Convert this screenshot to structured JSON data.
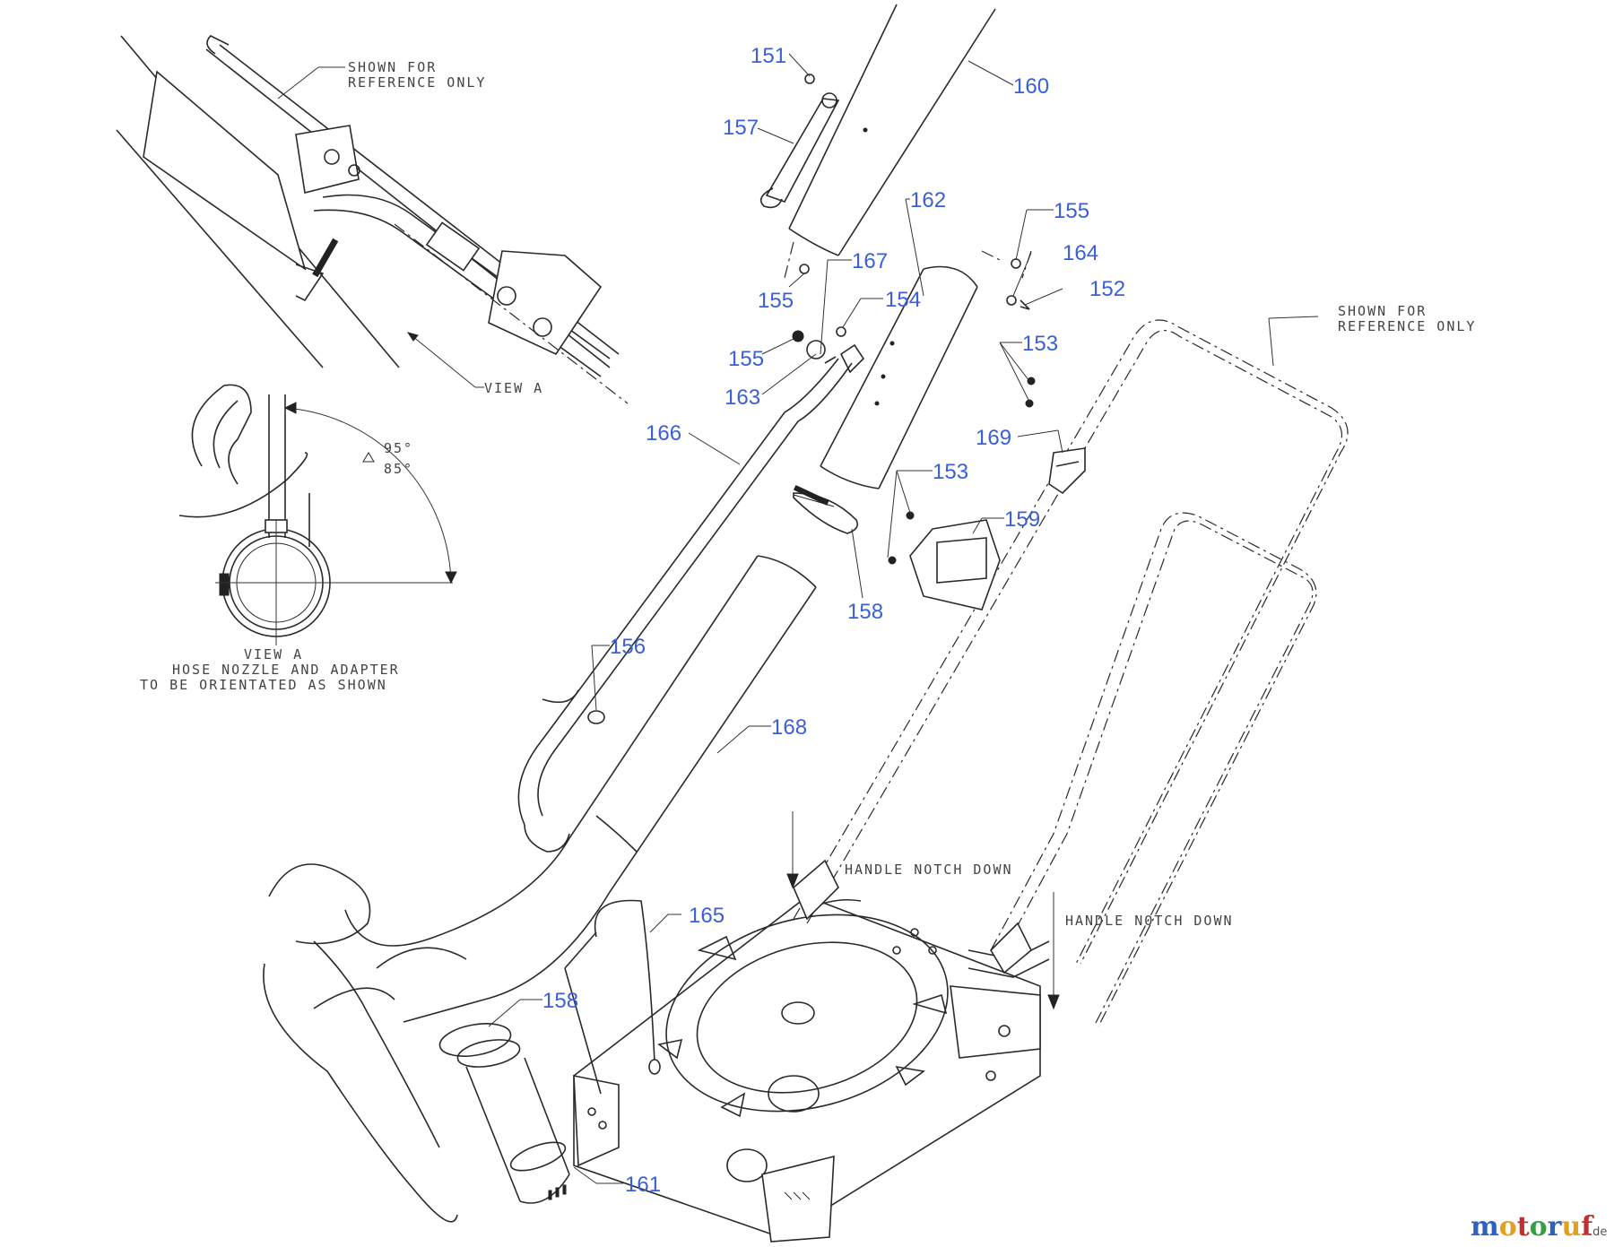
{
  "diagram": {
    "callouts": [
      {
        "id": "c151",
        "label": "151"
      },
      {
        "id": "c157",
        "label": "157"
      },
      {
        "id": "c160",
        "label": "160"
      },
      {
        "id": "c162",
        "label": "162"
      },
      {
        "id": "c155a",
        "label": "155"
      },
      {
        "id": "c164",
        "label": "164"
      },
      {
        "id": "c152",
        "label": "152"
      },
      {
        "id": "c167",
        "label": "167"
      },
      {
        "id": "c154",
        "label": "154"
      },
      {
        "id": "c155b",
        "label": "155"
      },
      {
        "id": "c155c",
        "label": "155"
      },
      {
        "id": "c153a",
        "label": "153"
      },
      {
        "id": "c163",
        "label": "163"
      },
      {
        "id": "c166",
        "label": "166"
      },
      {
        "id": "c169",
        "label": "169"
      },
      {
        "id": "c153b",
        "label": "153"
      },
      {
        "id": "c159",
        "label": "159"
      },
      {
        "id": "c158a",
        "label": "158"
      },
      {
        "id": "c156",
        "label": "156"
      },
      {
        "id": "c168",
        "label": "168"
      },
      {
        "id": "c165",
        "label": "165"
      },
      {
        "id": "c158b",
        "label": "158"
      },
      {
        "id": "c161",
        "label": "161"
      }
    ],
    "notes": {
      "ref_top_left_1": "SHOWN FOR",
      "ref_top_left_2": "REFERENCE ONLY",
      "ref_right_1": "SHOWN FOR",
      "ref_right_2": "REFERENCE ONLY",
      "view_a_label": "VIEW A",
      "angle_95": "95°",
      "angle_85": "85°",
      "view_a_caption_1": "VIEW A",
      "view_a_caption_2": "HOSE NOZZLE AND ADAPTER",
      "view_a_caption_3": "TO BE ORIENTATED AS SHOWN",
      "handle_notch_1": "HANDLE NOTCH DOWN",
      "handle_notch_2": "HANDLE NOTCH DOWN"
    },
    "watermark": {
      "letters": [
        "m",
        "o",
        "t",
        "o",
        "r",
        "u",
        "f"
      ],
      "tld": ".de"
    },
    "colors": {
      "callout": "#3a5fd8",
      "line": "#2a2a2a",
      "logo_m": "#3060c0",
      "logo_o1": "#e0a020",
      "logo_t": "#c03030",
      "logo_o2": "#30a040",
      "logo_r": "#3060c0",
      "logo_u": "#e0a020",
      "logo_f": "#c03030"
    }
  }
}
